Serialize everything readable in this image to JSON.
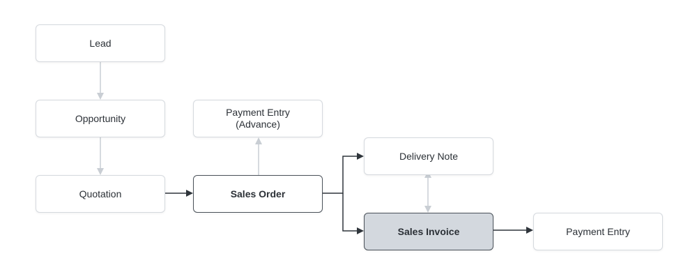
{
  "diagram": {
    "nodes": {
      "lead": "Lead",
      "opportunity": "Opportunity",
      "quotation": "Quotation",
      "advance_payment": "Payment Entry\n(Advance)",
      "sales_order": "Sales Order",
      "delivery_note": "Delivery Note",
      "sales_invoice": "Sales Invoice",
      "payment_entry": "Payment Entry"
    },
    "colors": {
      "primary_arrow": "#2f353b",
      "secondary_arrow": "#c9ced4",
      "node_border": "#d5d9de",
      "emphasis_border": "#4a5159",
      "current_node_fill": "#d3d8de"
    }
  }
}
